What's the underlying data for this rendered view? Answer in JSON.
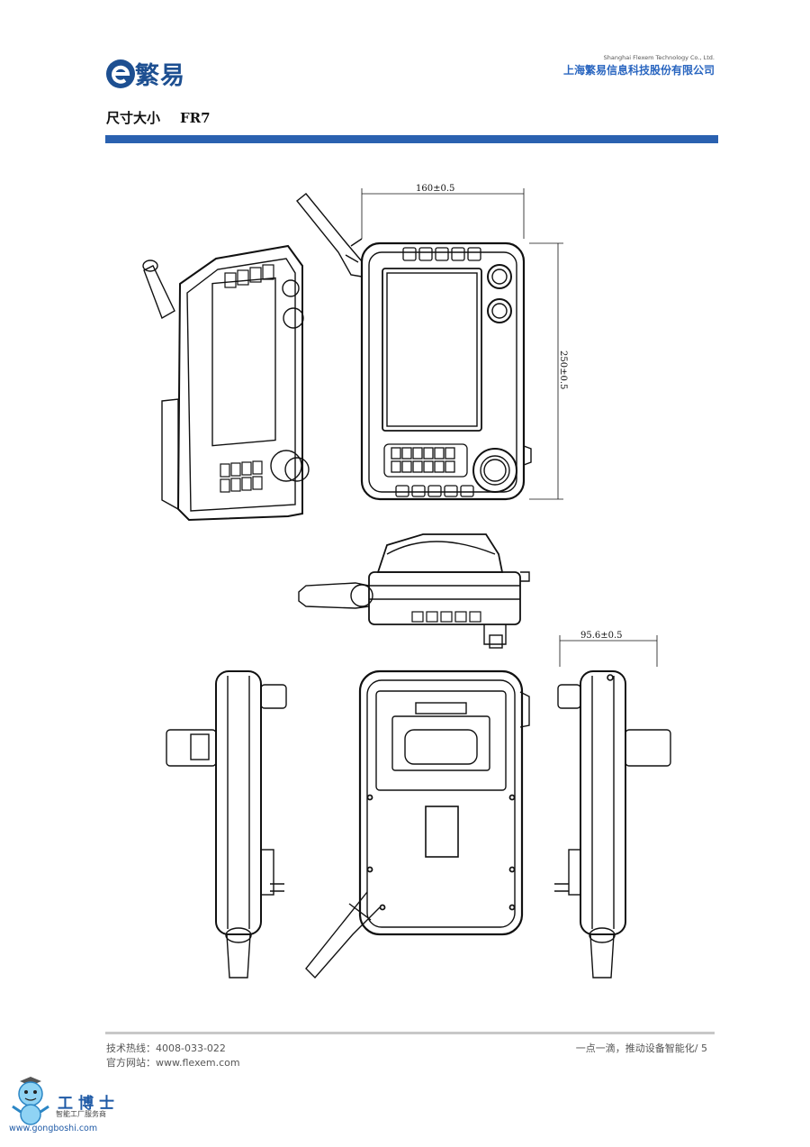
{
  "header": {
    "logo_text": "繁易",
    "company_en": "Shanghai Flexem Technology Co., Ltd.",
    "company_cn": "上海繁易信息科技股份有限公司"
  },
  "section": {
    "title": "尺寸大小",
    "model": "FR7"
  },
  "drawing": {
    "dim_width": "160±0.5",
    "dim_height": "250±0.5",
    "dim_depth": "95.6±0.5"
  },
  "footer": {
    "hotline": "技术热线：4008-033-022",
    "website": "官方网站：www.flexem.com",
    "slogan": "一点一滴，推动设备智能化/ 5"
  },
  "watermark": {
    "brand": "工博士",
    "tagline": "智能工厂服务商",
    "url": "www.gongboshi.com"
  },
  "colors": {
    "brand_blue": "#2a61b0",
    "logo_blue": "#1d4f91"
  }
}
